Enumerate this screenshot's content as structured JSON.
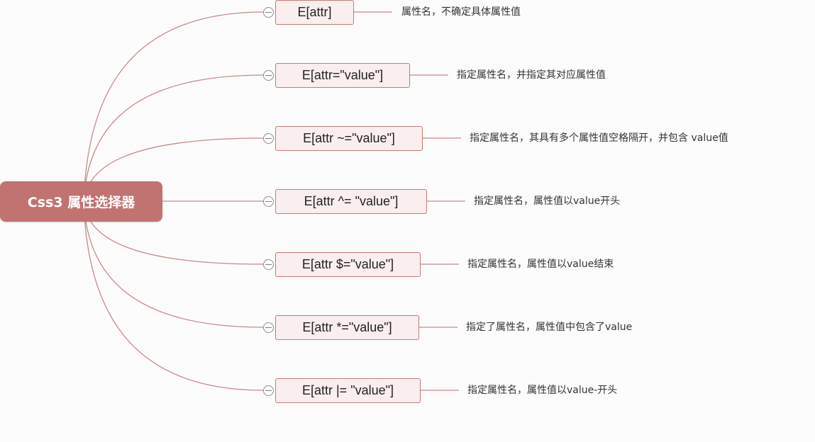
{
  "root": {
    "label": "Css3 属性选择器"
  },
  "branches": [
    {
      "selector": "E[attr]",
      "description": "属性名，不确定具体属性值"
    },
    {
      "selector": "E[attr=\"value\"]",
      "description": "指定属性名，并指定其对应属性值"
    },
    {
      "selector": "E[attr ~=\"value\"]",
      "description": "指定属性名，其具有多个属性值空格隔开，并包含 value值"
    },
    {
      "selector": "E[attr ^= \"value\"]",
      "description": "指定属性名，属性值以value开头"
    },
    {
      "selector": "E[attr $=\"value\"]",
      "description": "指定属性名，属性值以value结束"
    },
    {
      "selector": "E[attr *=\"value\"]",
      "description": "指定了属性名，属性值中包含了value"
    },
    {
      "selector": "E[attr |= \"value\"]",
      "description": "指定属性名，属性值以value-开头"
    }
  ],
  "colors": {
    "root_fill": "#c17372",
    "node_fill": "#faeeee",
    "node_border": "#c47b7a",
    "connector": "#c9898a"
  },
  "icons": {
    "collapse": "collapse-circle-minus-icon"
  }
}
